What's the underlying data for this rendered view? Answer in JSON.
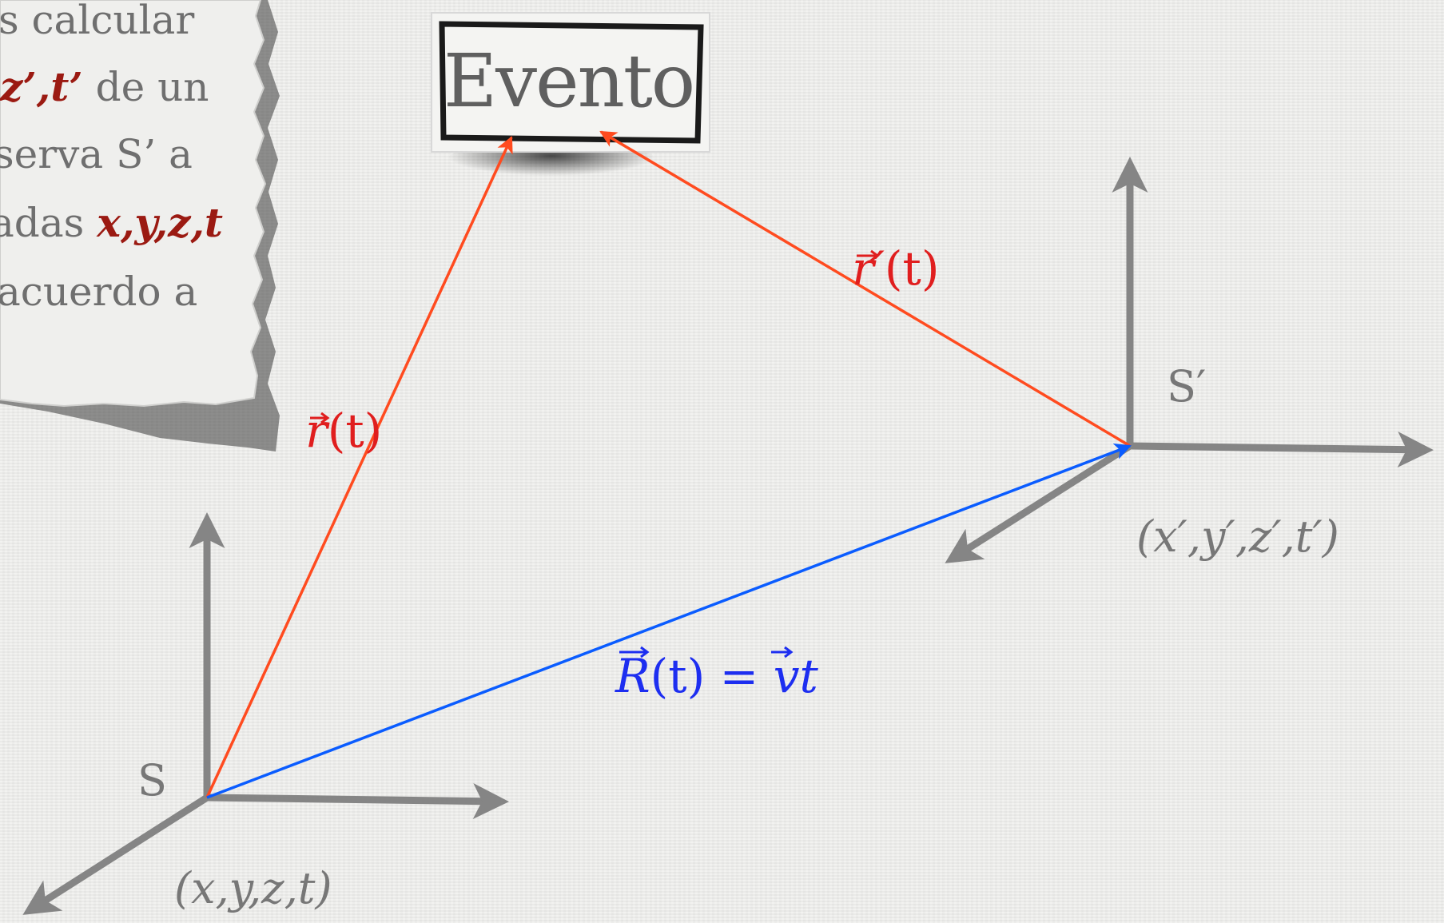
{
  "note": {
    "lines": [
      {
        "text": "s calcular",
        "hl": ""
      },
      {
        "text": " de un",
        "hl": "z’,t’"
      },
      {
        "text": "serva S’ a",
        "hl": ""
      },
      {
        "text": "adas ",
        "hl": "x,y,z,t"
      },
      {
        "text": "acuerdo a",
        "hl": ""
      }
    ]
  },
  "event": {
    "label": "Evento"
  },
  "frames": {
    "S": {
      "name": "S",
      "coords": "(x,y,z,t)"
    },
    "S_prime": {
      "name": "S′",
      "coords": "(x′,y′,z′,t′)"
    }
  },
  "vectors": {
    "r": {
      "symbol": "r",
      "arg": "(t)"
    },
    "r_prime": {
      "symbol": "r′",
      "arg": "(t)"
    },
    "R": {
      "symbol": "R",
      "rhs_symbol": "v",
      "arg": "(t) = ",
      "tail": "t"
    }
  },
  "colors": {
    "axis": "#858585",
    "r_vec": "#ff4b1f",
    "R_vec": "#0a5cff",
    "red_label": "#e01e1e",
    "blue_label": "#1d2ef0",
    "highlight": "#9b1a12"
  }
}
